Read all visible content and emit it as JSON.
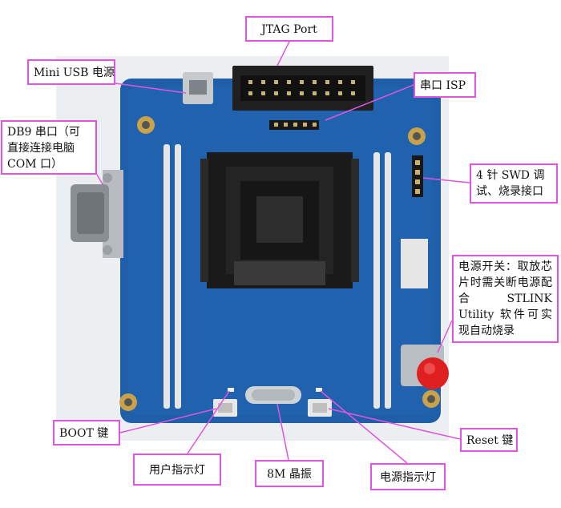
{
  "callouts": {
    "jtag": "JTAG    Port",
    "mini_usb": "Mini USB 电源",
    "uart_isp": "串口 ISP",
    "db9": "DB9 串口（可直接连接电脑 COM 口）",
    "swd": "4 针 SWD 调试、烧录接口",
    "power_switch": "电源开关：取放芯片时需关断电源配合 STLINK Utility 软件可实现自动烧录",
    "boot": "BOOT 键",
    "reset": "Reset  键",
    "user_led": "用户指示灯",
    "crystal": "8M 晶振",
    "power_led": "电源指示灯"
  },
  "colors": {
    "board": "#1f5ea8",
    "board_dark": "#17498a",
    "callout_border": "#e055e0",
    "leader": "#e055e0",
    "socket": "#1a1a1a",
    "switch_red": "#e02020"
  }
}
